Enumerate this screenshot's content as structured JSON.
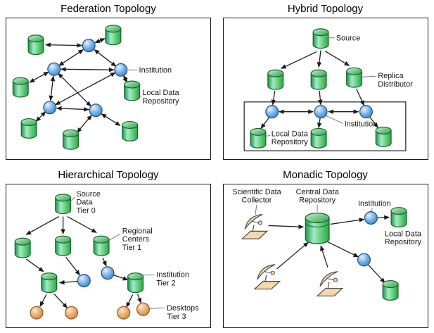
{
  "colors": {
    "repository_cylinder_green": "#2fa24a",
    "institution_node_blue": "#4f94d8",
    "desktop_node_orange": "#dc9a5b",
    "dish_tan": "#f6d7ae",
    "arrow_black": "#1c1c1c",
    "panel_border": "#000000",
    "background": "#ffffff"
  },
  "panels": {
    "federation": {
      "title": "Federation Topology",
      "labels": {
        "institution": "Institution",
        "local_repo": [
          "Local Data",
          "Repository"
        ]
      }
    },
    "hybrid": {
      "title": "Hybrid Topology",
      "labels": {
        "source": "Source",
        "replica": [
          "Replica",
          "Distributor"
        ],
        "institution": "Institution",
        "local_repo": [
          "Local Data",
          "Repository"
        ]
      }
    },
    "hierarchical": {
      "title": "Hierarchical Topology",
      "labels": {
        "tier0": [
          "Source",
          "Data",
          "Tier 0"
        ],
        "tier1": [
          "Regional",
          "Centers",
          "Tier 1"
        ],
        "tier2": [
          "Institution",
          "Tier 2"
        ],
        "tier3": [
          "Desktops",
          "Tier 3"
        ]
      }
    },
    "monadic": {
      "title": "Monadic Topology",
      "labels": {
        "collector": [
          "Scientific Data",
          "Collector"
        ],
        "central": [
          "Central Data",
          "Repository"
        ],
        "institution": "Institution",
        "local_repo": [
          "Local Data",
          "Repository"
        ]
      }
    }
  }
}
